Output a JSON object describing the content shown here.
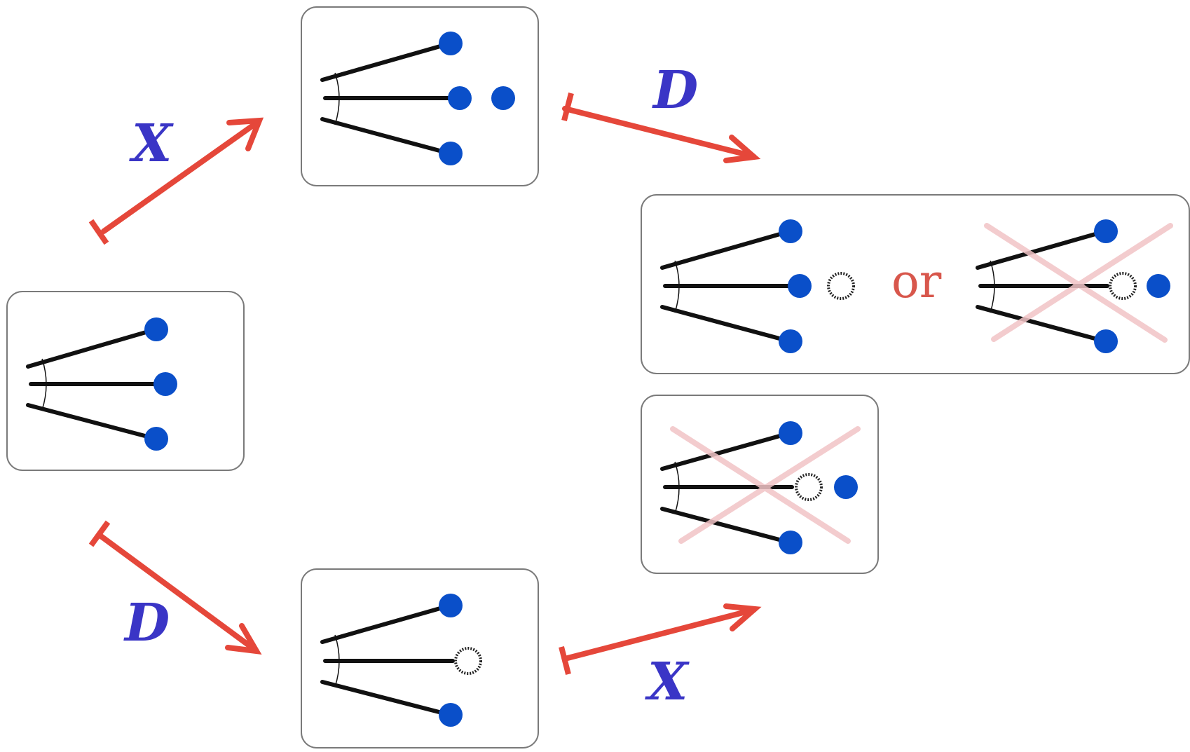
{
  "colors": {
    "arrow": "#e5473a",
    "label": "#3a35c6",
    "dot": "#0a4fc9",
    "box_border": "#7a7a7a",
    "cross": "#f2c4c6",
    "or_text": "#d8574c",
    "line": "#111111"
  },
  "labels": {
    "x_top": "X",
    "d_top": "D",
    "d_bottom": "D",
    "x_bottom": "X",
    "or": "or"
  },
  "states": [
    {
      "id": "initial",
      "extra": "none",
      "crossed": false
    },
    {
      "id": "after-x",
      "extra": "filled",
      "crossed": false
    },
    {
      "id": "after-d",
      "extra": "none",
      "hollow_middle": true,
      "crossed": false
    },
    {
      "id": "xd-option-a",
      "extra": "hollow",
      "crossed": false
    },
    {
      "id": "xd-option-b",
      "extra": "hollow-then-filled",
      "crossed": true
    },
    {
      "id": "dx-result",
      "extra": "hollow-then-filled",
      "crossed": true
    }
  ],
  "icons": {
    "arrow": "maps-to-arrow-icon",
    "fan": "fan-of-three-lines-icon",
    "filled_dot": "filled-dot-icon",
    "hollow_dot": "dashed-empty-dot-icon",
    "cross": "cross-out-icon"
  }
}
